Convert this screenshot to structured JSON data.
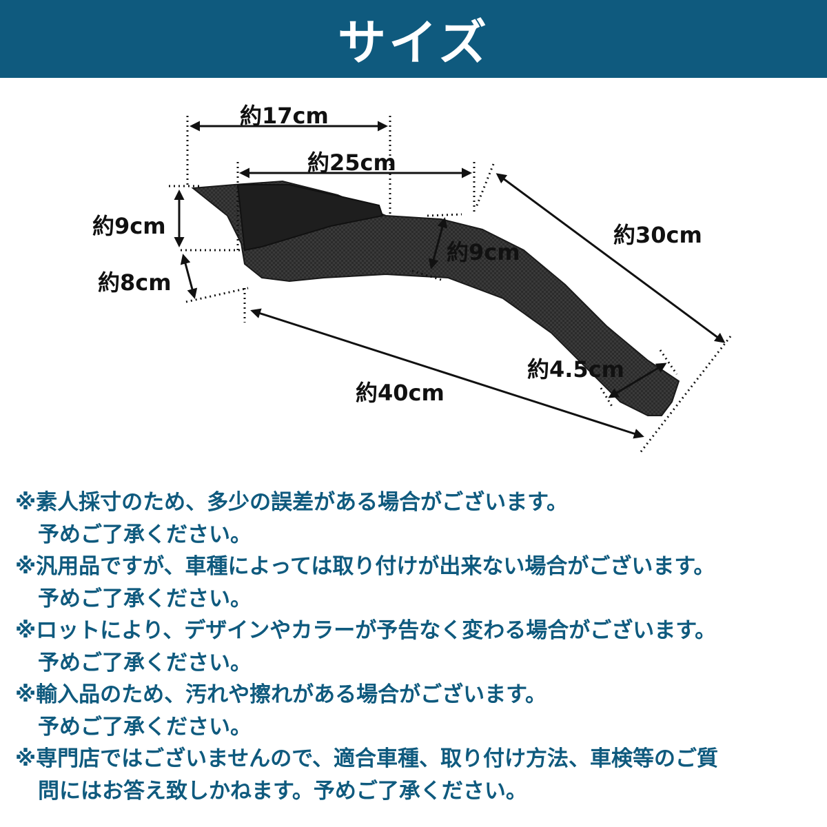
{
  "header": {
    "title": "サイズ"
  },
  "dimensions": {
    "top_width": "約17cm",
    "fin_length": "約25cm",
    "left_height": "約9cm",
    "left_lower": "約8cm",
    "mid_height": "約9cm",
    "diagonal_length": "約30cm",
    "tip_width": "約4.5cm",
    "bottom_length": "約40cm"
  },
  "notes": [
    {
      "main": "※素人採寸のため、多少の誤差がある場合がございます。",
      "sub": "予めご了承ください。"
    },
    {
      "main": "※汎用品ですが、車種によっては取り付けが出来ない場合がございます。",
      "sub": "予めご了承ください。"
    },
    {
      "main": "※ロットにより、デザインやカラーが予告なく変わる場合がございます。",
      "sub": "予めご了承ください。"
    },
    {
      "main": "※輸入品のため、汚れや擦れがある場合がございます。",
      "sub": "予めご了承ください。"
    },
    {
      "main": "※専門店ではございませんので、適合車種、取り付け方法、車検等のご質",
      "sub": "問にはお答え致しかねます。予めご了承ください。"
    }
  ],
  "colors": {
    "header_bg": "#0f5a7e",
    "note_text": "#0f5a7e",
    "product": "#2a2a2a"
  },
  "image": {
    "subject": "carbon-fiber-front-lip-spoiler"
  }
}
